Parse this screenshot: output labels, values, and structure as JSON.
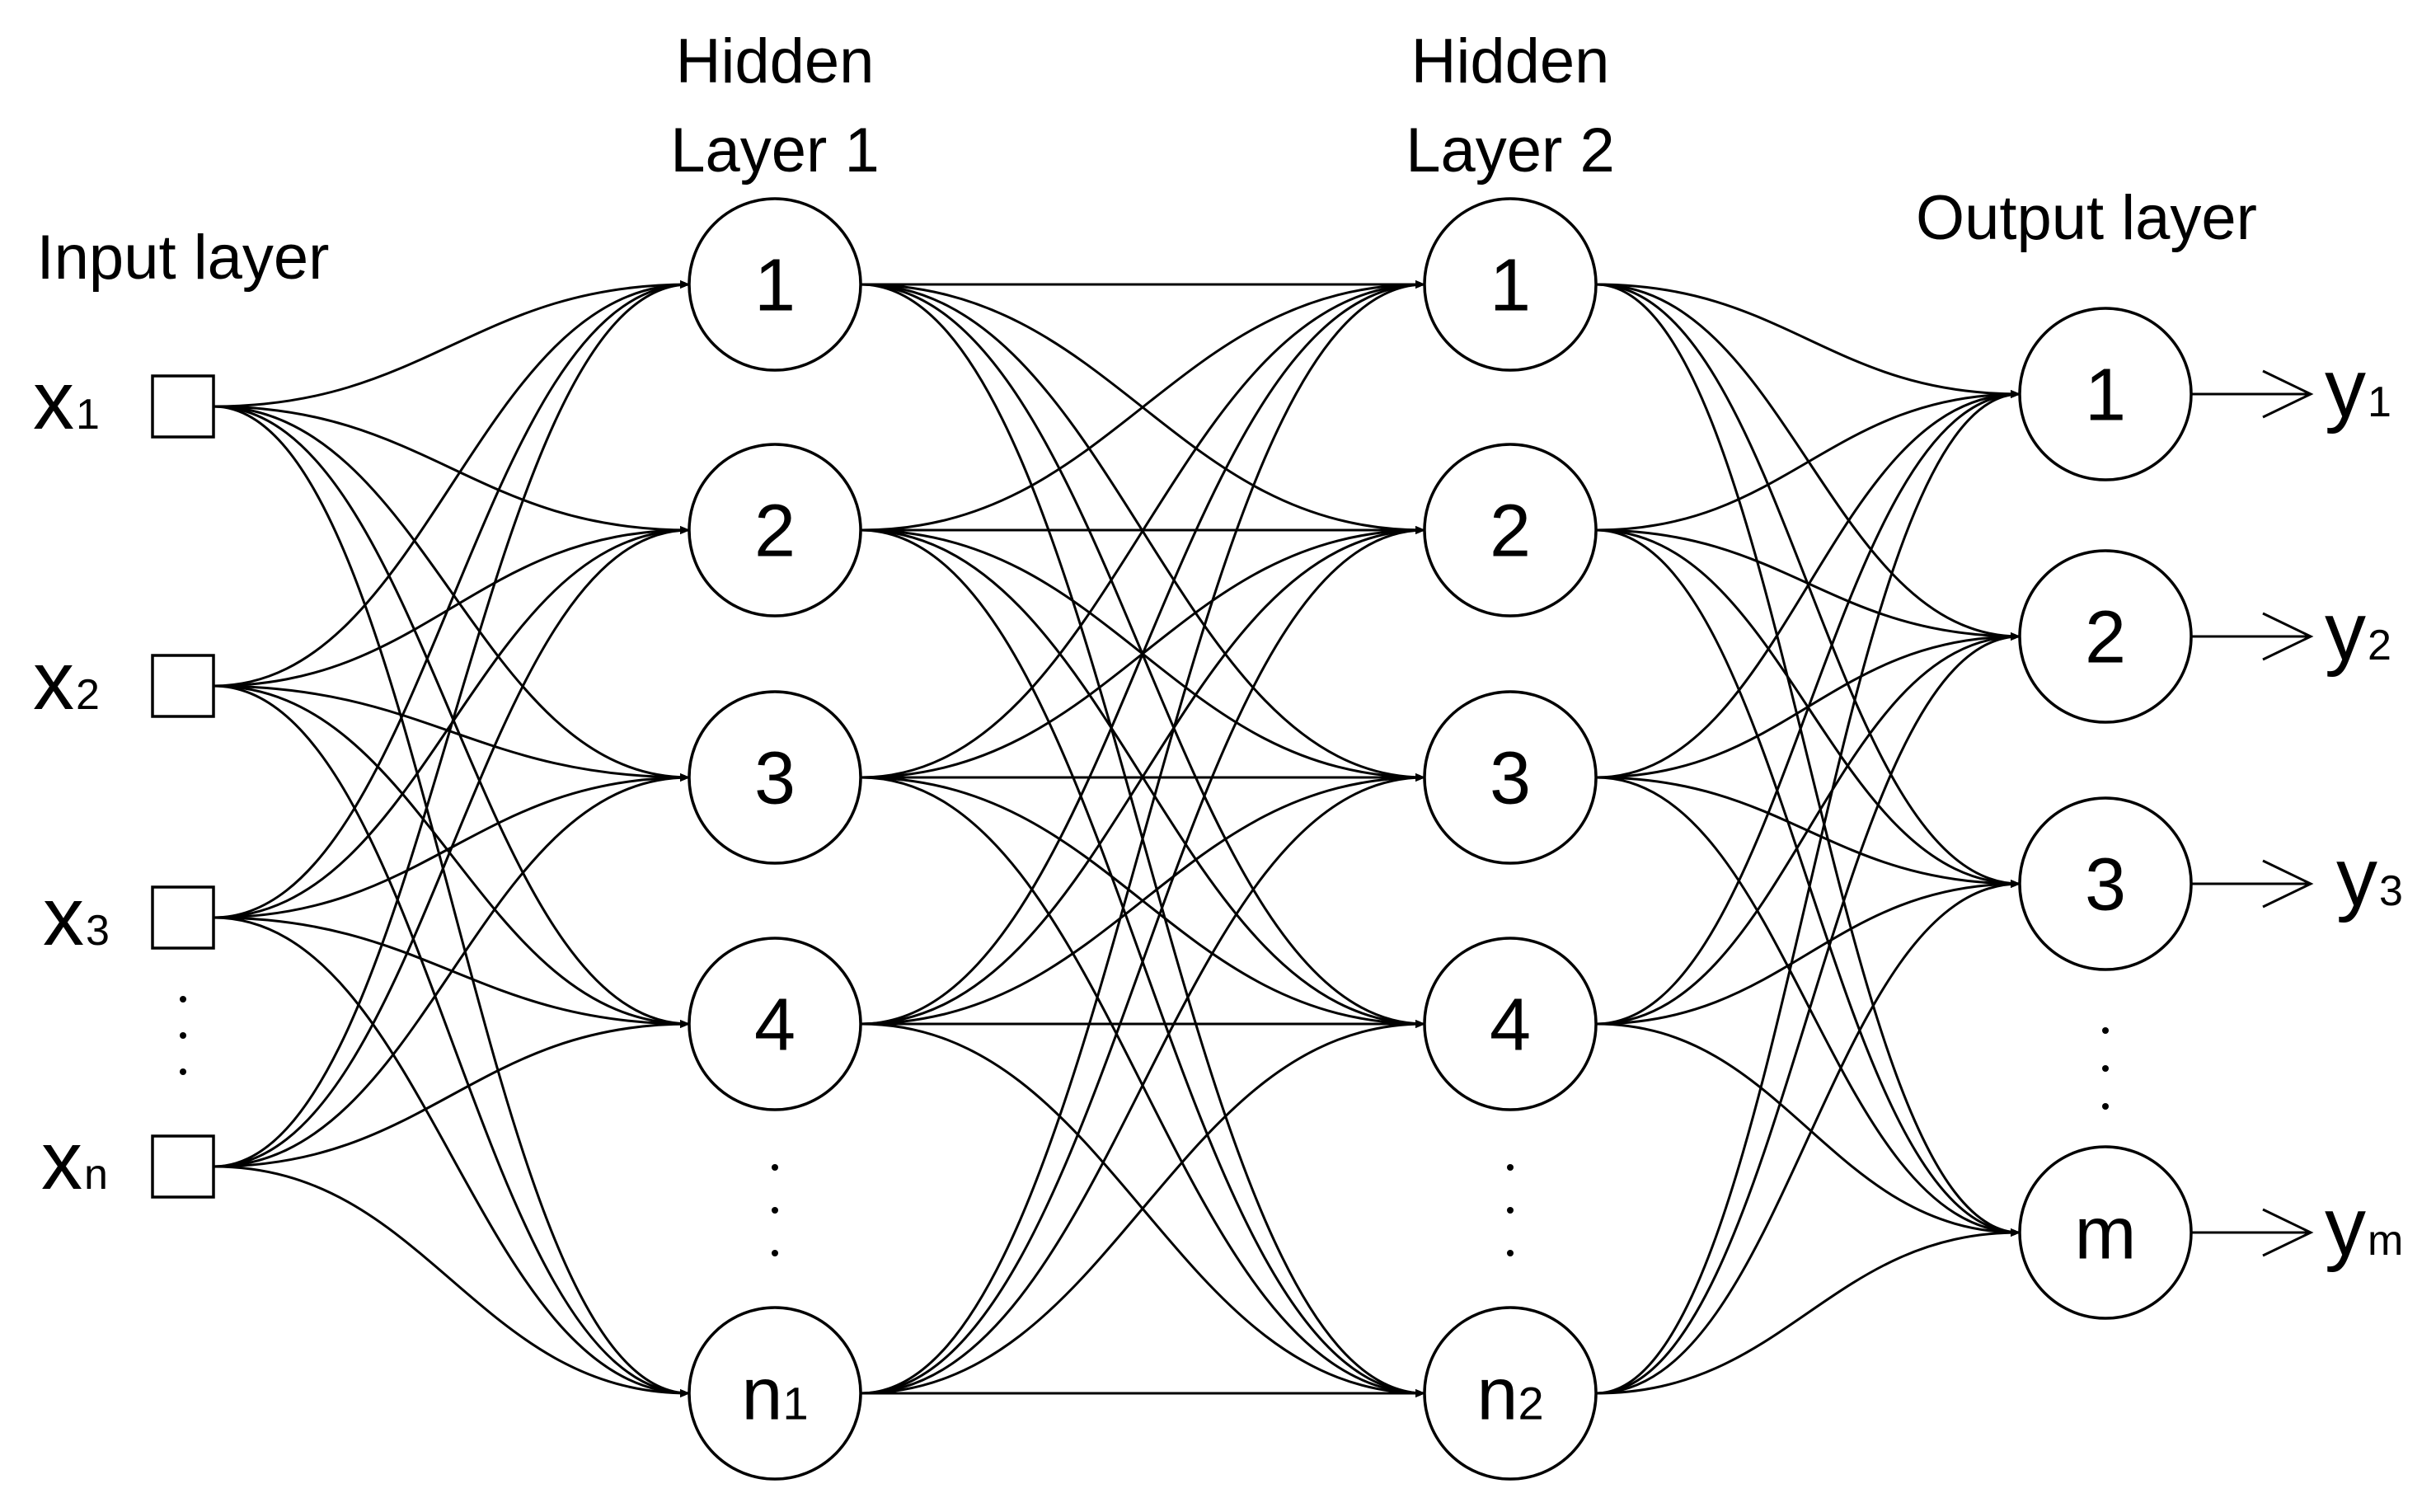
{
  "layers": {
    "input": {
      "title": "Input layer",
      "nodes": [
        {
          "label": "x",
          "sub": "1"
        },
        {
          "label": "x",
          "sub": "2"
        },
        {
          "label": "x",
          "sub": "3"
        },
        {
          "label": "x",
          "sub": "n"
        }
      ]
    },
    "hidden1": {
      "title_line1": "Hidden",
      "title_line2": "Layer 1",
      "nodes": [
        {
          "label": "1",
          "sub": ""
        },
        {
          "label": "2",
          "sub": ""
        },
        {
          "label": "3",
          "sub": ""
        },
        {
          "label": "4",
          "sub": ""
        },
        {
          "label": "n",
          "sub": "1"
        }
      ]
    },
    "hidden2": {
      "title_line1": "Hidden",
      "title_line2": "Layer 2",
      "nodes": [
        {
          "label": "1",
          "sub": ""
        },
        {
          "label": "2",
          "sub": ""
        },
        {
          "label": "3",
          "sub": ""
        },
        {
          "label": "4",
          "sub": ""
        },
        {
          "label": "n",
          "sub": "2"
        }
      ]
    },
    "output": {
      "title": "Output layer",
      "nodes": [
        {
          "label": "1",
          "sub": ""
        },
        {
          "label": "2",
          "sub": ""
        },
        {
          "label": "3",
          "sub": ""
        },
        {
          "label": "m",
          "sub": ""
        }
      ],
      "outputs": [
        {
          "label": "y",
          "sub": "1"
        },
        {
          "label": "y",
          "sub": "2"
        },
        {
          "label": "y",
          "sub": "3"
        },
        {
          "label": "y",
          "sub": "m"
        }
      ]
    }
  },
  "connections": "fully-connected"
}
